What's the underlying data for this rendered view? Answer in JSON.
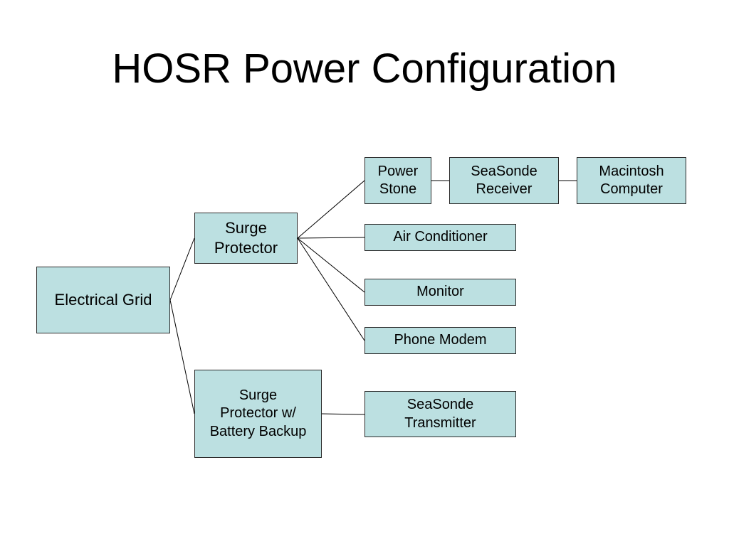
{
  "title": "HOSR  Power Configuration",
  "colors": {
    "box_fill": "#bce0e1",
    "box_border": "#2b2b2b",
    "line": "#000000"
  },
  "nodes": {
    "electrical_grid": "Electrical Grid",
    "surge_protector": "Surge\nProtector",
    "surge_protector_battery": "Surge\nProtector w/\nBattery Backup",
    "power_stone": "Power\nStone",
    "seasonde_receiver": "SeaSonde\nReceiver",
    "macintosh_computer": "Macintosh\nComputer",
    "air_conditioner": "Air Conditioner",
    "monitor": "Monitor",
    "phone_modem": "Phone Modem",
    "seasonde_transmitter": "SeaSonde\nTransmitter"
  },
  "connections": [
    [
      "Electrical Grid",
      "Surge Protector"
    ],
    [
      "Electrical Grid",
      "Surge Protector w/ Battery Backup"
    ],
    [
      "Surge Protector",
      "Power Stone"
    ],
    [
      "Surge Protector",
      "Air Conditioner"
    ],
    [
      "Surge Protector",
      "Monitor"
    ],
    [
      "Surge Protector",
      "Phone Modem"
    ],
    [
      "Power Stone",
      "SeaSonde Receiver"
    ],
    [
      "SeaSonde Receiver",
      "Macintosh Computer"
    ],
    [
      "Surge Protector w/ Battery Backup",
      "SeaSonde Transmitter"
    ]
  ]
}
